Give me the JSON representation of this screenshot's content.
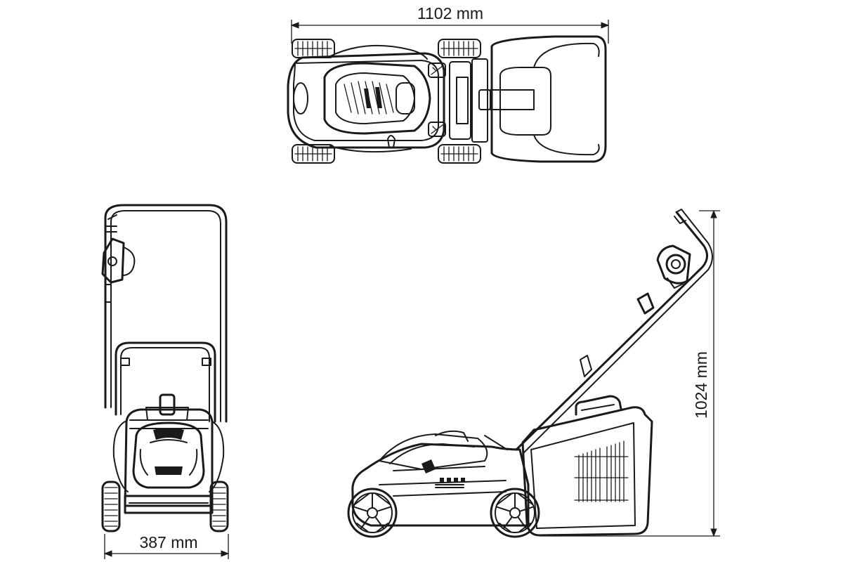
{
  "dimensions": {
    "length": "1102 mm",
    "height": "1024 mm",
    "width": "387 mm"
  }
}
